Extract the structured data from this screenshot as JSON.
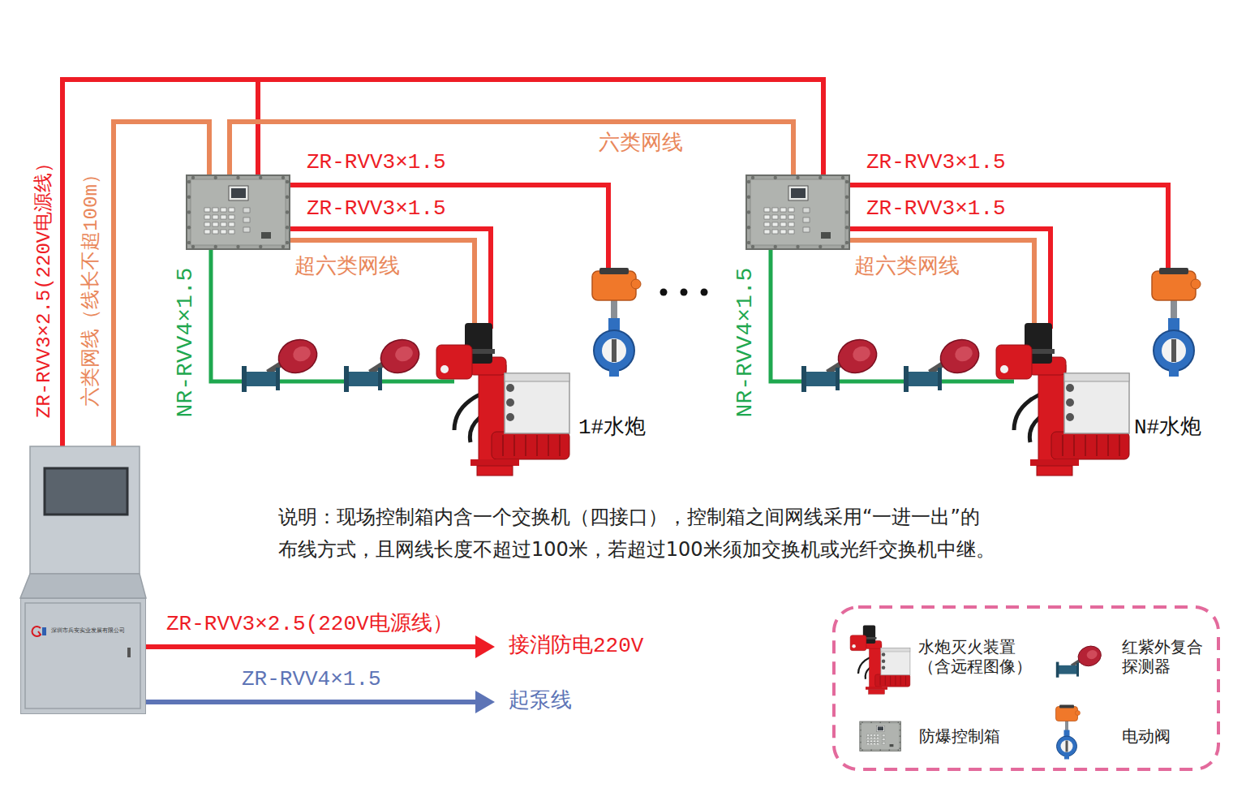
{
  "diagram": {
    "nodes": [
      {
        "text": [
          "深圳市兵安实业发展有限公司"
        ]
      }
    ],
    "labels": [
      "ZR-RVV3×2.5(220V电源线）",
      "六类网线（线长不超100m）",
      "NR-RVV4×1.5",
      "ZR-RVV3×1.5",
      "ZR-RVV3×1.5",
      "超六类网线",
      "六类网线",
      "ZR-RVV3×1.5",
      "ZR-RVV3×1.5",
      "超六类网线",
      "NR-RVV4×1.5",
      "1#水炮",
      "N#水炮",
      "说明：现场控制箱内含一个交换机（四接口），控制箱之间网线采用“一进一出”的 布线方式，且网线长度不超过100米，若超过100米须加交换机或光纤交换机中继。",
      "ZR-RVV3×2.5(220V电源线）",
      "接消防电220V",
      "ZR-RVV4×1.5",
      "起泵线"
    ],
    "legend": [
      {
        "text": "水炮灭火装置 （含远程图像）"
      },
      {
        "text": "红紫外复合 探测器"
      },
      {
        "text": "防爆控制箱"
      },
      {
        "text": "电动阀"
      }
    ]
  }
}
